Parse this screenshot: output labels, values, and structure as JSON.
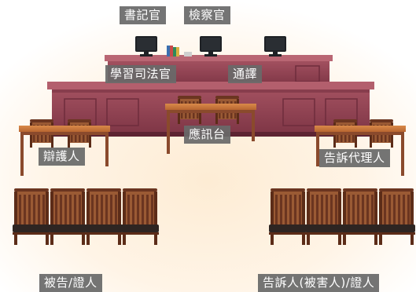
{
  "labels": {
    "clerk": "書記官",
    "prosecutor": "檢察官",
    "judicial_trainee": "學習司法官",
    "interpreter": "通譯",
    "defense_counsel": "辯護人",
    "witness_stand": "應訊台",
    "complainant_attorney": "告訴代理人",
    "defendant_witness": "被告/證人",
    "complainant_witness": "告訴人(被害人)/證人"
  },
  "colors": {
    "label_bg": "#696969",
    "label_text": "#ffffff",
    "bench": "#8e3d4f",
    "bench_dark": "#6e2c3c",
    "table": "#c9773a",
    "chair": "#8a4a2c",
    "monitor": "#1e2125",
    "floor": "#fbe6c8"
  },
  "icons": [
    "monitor-icon",
    "books-icon",
    "chair-icon"
  ]
}
